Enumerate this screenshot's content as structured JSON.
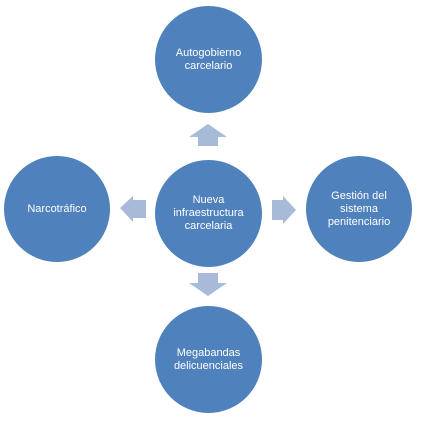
{
  "colors": {
    "node_fill": "#4f81bd",
    "arrow_fill": "#a7bbd9",
    "node_text": "#ffffff"
  },
  "nodes": {
    "top": "Autogobierno\ncarcelario",
    "center": "Nueva\ninfraestructura\ncarcelaria",
    "left": "Narcotráfico",
    "right": "Gestión del\nsistema\npenitenciario",
    "bottom": "Megabandas\ndelicuenciales"
  }
}
